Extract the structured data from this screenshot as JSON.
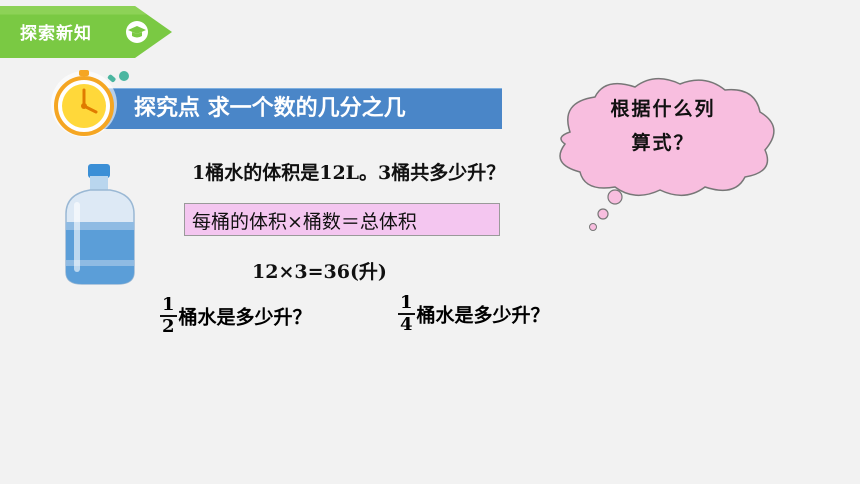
{
  "tab": {
    "label": "探索新知",
    "icon": "graduation-cap-icon"
  },
  "banner": {
    "label": "探究点  求一个数的几分之几",
    "icon": "stopwatch-icon"
  },
  "cloud": {
    "line1": "根据什么列",
    "line2": "算式？"
  },
  "bottle": {
    "icon": "water-bottle-icon"
  },
  "question1": "1桶水的体积是12L。3桶共多少升？",
  "formula": "每桶的体积×桶数＝总体积",
  "calculation": "12×3=36(升)",
  "question2": {
    "numerator": "1",
    "denominator": "2",
    "text": "桶水是多少升？"
  },
  "question3": {
    "numerator": "1",
    "denominator": "4",
    "text": "桶水是多少升？"
  },
  "colors": {
    "tab_green": "#7ac943",
    "banner_blue": "#4a86c8",
    "cloud_pink": "#f8bedf",
    "formula_bg": "#f4c6f0"
  }
}
